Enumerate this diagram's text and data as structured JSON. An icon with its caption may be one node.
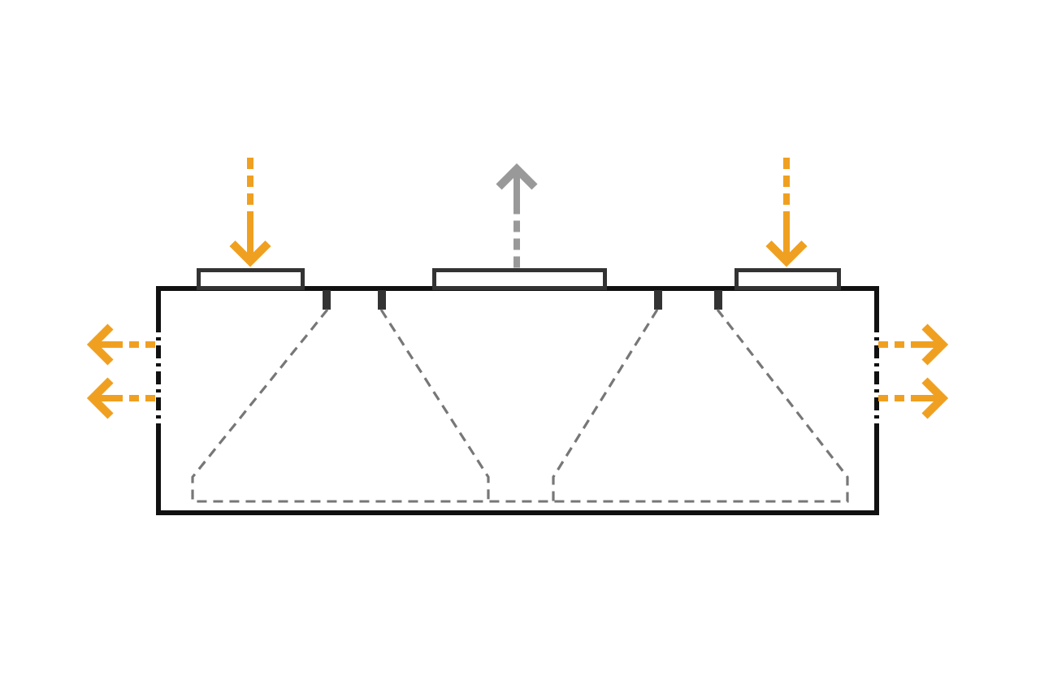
{
  "diagram": {
    "nodes": [
      {
        "text": [],
        "shape": "box"
      },
      {
        "text": [],
        "shape": "box"
      },
      {
        "text": [],
        "shape": "box"
      },
      {
        "text": [],
        "shape": "box"
      }
    ],
    "edges": [
      {
        "from": null,
        "to": 1,
        "arrow": "to"
      },
      {
        "from": 2,
        "to": null,
        "arrow": "to",
        "color": "#999999"
      },
      {
        "from": null,
        "to": 3,
        "arrow": "to"
      },
      {
        "from": 0,
        "to": null,
        "arrow": "to"
      },
      {
        "from": 0,
        "to": null,
        "arrow": "to"
      },
      {
        "from": 0,
        "to": null,
        "arrow": "to"
      },
      {
        "from": 0,
        "to": null,
        "arrow": "to"
      }
    ]
  }
}
